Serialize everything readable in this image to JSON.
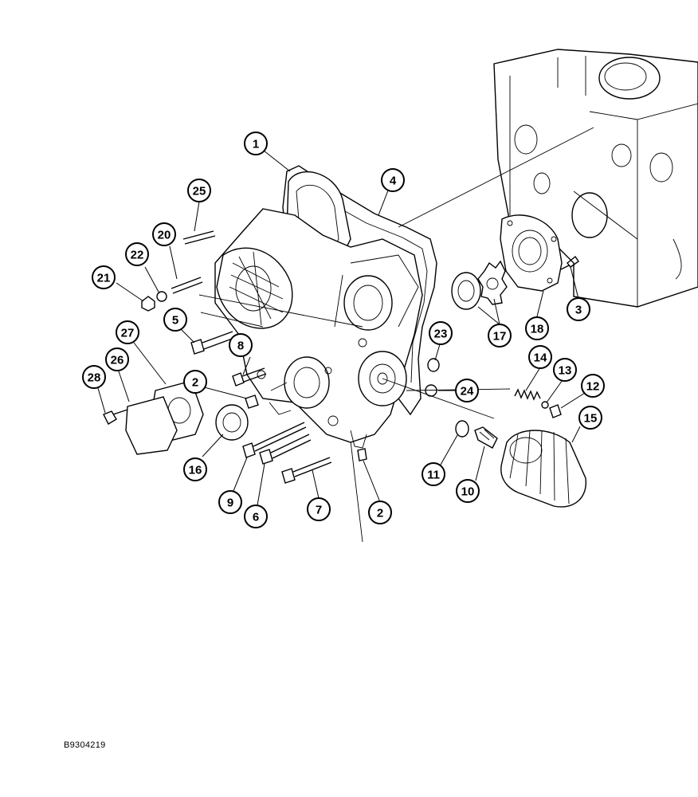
{
  "figure_ref": "B9304219",
  "callouts": [
    {
      "id": "c1",
      "label": "1"
    },
    {
      "id": "c2a",
      "label": "2"
    },
    {
      "id": "c2b",
      "label": "2"
    },
    {
      "id": "c3",
      "label": "3"
    },
    {
      "id": "c4",
      "label": "4"
    },
    {
      "id": "c5",
      "label": "5"
    },
    {
      "id": "c6",
      "label": "6"
    },
    {
      "id": "c7",
      "label": "7"
    },
    {
      "id": "c8",
      "label": "8"
    },
    {
      "id": "c9",
      "label": "9"
    },
    {
      "id": "c10",
      "label": "10"
    },
    {
      "id": "c11",
      "label": "11"
    },
    {
      "id": "c12",
      "label": "12"
    },
    {
      "id": "c13",
      "label": "13"
    },
    {
      "id": "c14",
      "label": "14"
    },
    {
      "id": "c15",
      "label": "15"
    },
    {
      "id": "c16",
      "label": "16"
    },
    {
      "id": "c17",
      "label": "17"
    },
    {
      "id": "c18",
      "label": "18"
    },
    {
      "id": "c20",
      "label": "20"
    },
    {
      "id": "c21",
      "label": "21"
    },
    {
      "id": "c22",
      "label": "22"
    },
    {
      "id": "c23",
      "label": "23"
    },
    {
      "id": "c24",
      "label": "24"
    },
    {
      "id": "c25",
      "label": "25"
    },
    {
      "id": "c26",
      "label": "26"
    },
    {
      "id": "c27",
      "label": "27"
    },
    {
      "id": "c28",
      "label": "28"
    }
  ]
}
